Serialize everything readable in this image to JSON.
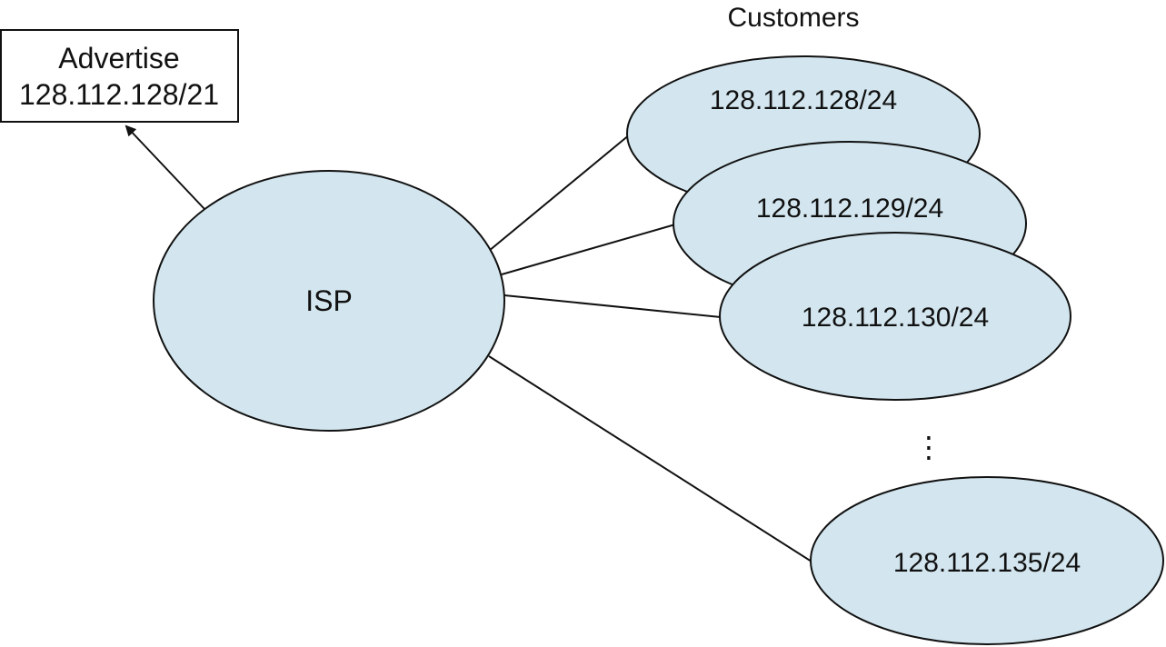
{
  "diagram": {
    "heading": "Customers",
    "advertise": {
      "line1": "Advertise",
      "line2": "128.112.128/21"
    },
    "isp": {
      "label": "ISP"
    },
    "customers": [
      {
        "label": "128.112.128/24"
      },
      {
        "label": "128.112.129/24"
      },
      {
        "label": "128.112.130/24"
      },
      {
        "label": "128.112.135/24"
      }
    ],
    "ellipsis": "⋮"
  },
  "colors": {
    "node_fill": "#d3e6ef",
    "stroke": "#111111",
    "background": "#ffffff"
  }
}
